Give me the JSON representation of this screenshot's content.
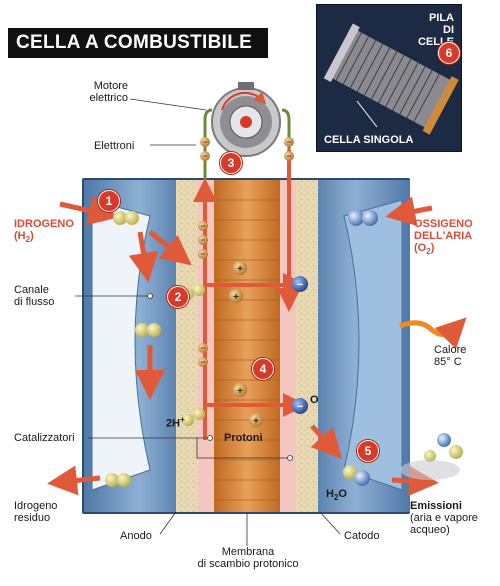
{
  "title": "CELLA A COMBUSTIBILE",
  "stack": {
    "title_line1": "PILA",
    "title_line2": "DI CELLE",
    "badge": "6",
    "single_cell": "CELLA SINGOLA"
  },
  "labels": {
    "motor_line1": "Motore",
    "motor_line2": "elettrico",
    "electrons": "Elettroni",
    "hydrogen_line1": "IDROGENO",
    "hydrogen_line2": "(H",
    "hydrogen_sub": "2",
    "hydrogen_close": ")",
    "flow_line1": "Canale",
    "flow_line2": "di flusso",
    "catalysts": "Catalizzatori",
    "protons": "Protoni",
    "two_h": "2H",
    "two_h_sup": "+",
    "h2o": "H",
    "h2o_sub": "2",
    "h2o_end": "O",
    "o_mark": "O",
    "hydrogen_residue_line1": "Idrogeno",
    "hydrogen_residue_line2": "residuo",
    "anode": "Anodo",
    "membrane_line1": "Membrana",
    "membrane_line2": "di scambio protonico",
    "cathode": "Catodo",
    "oxygen_line1": "OSSIGENO",
    "oxygen_line2": "DELL'ARIA",
    "oxygen_line3": "(O",
    "oxygen_sub": "2",
    "oxygen_close": ")",
    "heat_line1": "Calore",
    "heat_line2": "85° C",
    "emissions_line1": "Emissioni",
    "emissions_line2": "(aria e vapore",
    "emissions_line3": "acqueo)"
  },
  "steps": [
    "1",
    "2",
    "3",
    "4",
    "5"
  ],
  "colors": {
    "accent_red": "#d83a2a",
    "arrow_red": "#e05a3a",
    "membrane_orange": "#d98a3a",
    "plate_blue": "#6d93bd",
    "heat_orange": "#f08a1c"
  }
}
